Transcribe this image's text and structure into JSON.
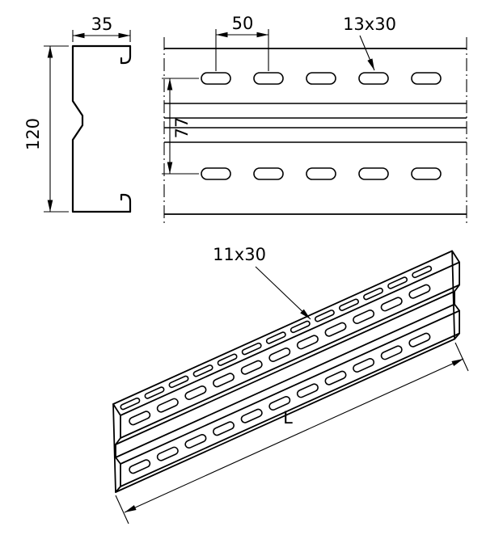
{
  "drawing": {
    "cross_section": {
      "width_dim": "35",
      "height_dim": "120"
    },
    "front_view": {
      "slot_spacing_dim": "50",
      "slot_size_label": "13x30",
      "row_spacing_dim": "77"
    },
    "iso_view": {
      "slot_size_label": "11x30",
      "length_dim": "L"
    },
    "colors": {
      "line": "#000000",
      "background": "#ffffff"
    }
  }
}
